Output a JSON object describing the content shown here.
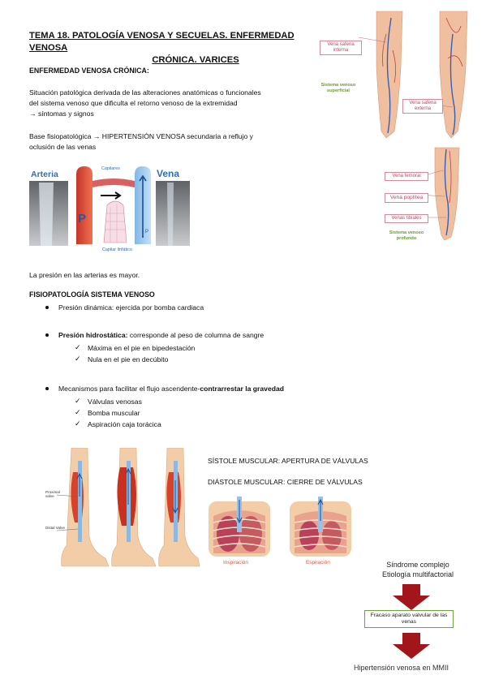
{
  "title": {
    "line1": "TEMA 18. PATOLOGÍA VENOSA Y SECUELAS. ENFERMEDAD VENOSA",
    "line2": "CRÓNICA. VARICES"
  },
  "section1": {
    "heading": "ENFERMEDAD VENOSA CRÓNICA:",
    "para1_line1": "Situación patológica derivada de las alteraciones anatómicas o funcionales",
    "para1_line2": "del sistema venoso que dificulta el retorno venoso de la extremidad",
    "para1_line3": "→  síntomas y signos",
    "para2_line1": "Base fisiopatológica →  HIPERTENSIÓN VENOSA secundaria a reflujo y",
    "para2_line2": "oclusión de las venas"
  },
  "capillary_figure": {
    "arteria": "Arteria",
    "vena": "Vena",
    "capilares": "Capilares",
    "capilar_linfatico": "Capilar linfático",
    "p_big": "P",
    "p_small": "P"
  },
  "pressure_note": "La presión en las arterias es mayor.",
  "section2": {
    "heading": "FISIOPATOLOGÍA SISTEMA VENOSO",
    "bullet1": "Presión dinámica: ejercida por bomba cardiaca",
    "bullet2_bold": "Presión hidrostática:",
    "bullet2_rest": " corresponde al peso de columna de sangre",
    "bullet2_sub1": "Máxima en el pie en bipedestación",
    "bullet2_sub2": "Nula en el pie en decúbito",
    "bullet3_pre": "Mecanismos para facilitar el flujo ascendente-",
    "bullet3_bold": "contrarrestar la gravedad",
    "bullet3_sub1": "Válvulas venosas",
    "bullet3_sub2": "Bomba muscular",
    "bullet3_sub3": "Aspiración caja torácica"
  },
  "muscle_figure": {
    "proximal": "Proximal valve",
    "distal": "Distal Valve",
    "sistole": "SÍSTOLE MUSCULAR: APERTURA DE VÁLVULAS",
    "diastole": "DIÁSTOLE MUSCULAR: CIERRE DE VÁLVULAS",
    "inspiracion": "Inspiración",
    "espiracion": "Espiración"
  },
  "leg_figures": {
    "vena_safena_interna": "Vena safena interna",
    "sistema_superficial": "Sistema venoso superficial",
    "vena_safena_externa": "Vena safena externa",
    "vena_femoral": "Vena femoral",
    "vena_poplitea": "Vena poplítea",
    "venas_tibiales": "Venas tibiales",
    "sistema_profundo": "Sistema venoso profundo"
  },
  "flow": {
    "line1": "Síndrome complejo",
    "line2": "Etiología multifactorial",
    "box": "Fracaso aparato valvular de las venas",
    "result": "Hipertensión venosa en MMII"
  }
}
